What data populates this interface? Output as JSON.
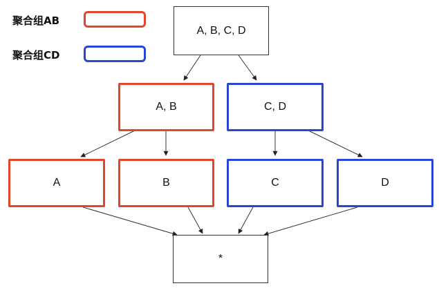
{
  "legend": {
    "items": [
      {
        "label": "聚合组AB",
        "color": "#e0472a"
      },
      {
        "label": "聚合组CD",
        "color": "#2846d6"
      }
    ]
  },
  "nodes": {
    "abcd": "A, B, C, D",
    "ab": "A, B",
    "cd": "C, D",
    "a": "A",
    "b": "B",
    "c": "C",
    "d": "D",
    "star": "*"
  },
  "colors": {
    "edge": "#333333",
    "group_ab": "#e0472a",
    "group_cd": "#2846d6"
  }
}
